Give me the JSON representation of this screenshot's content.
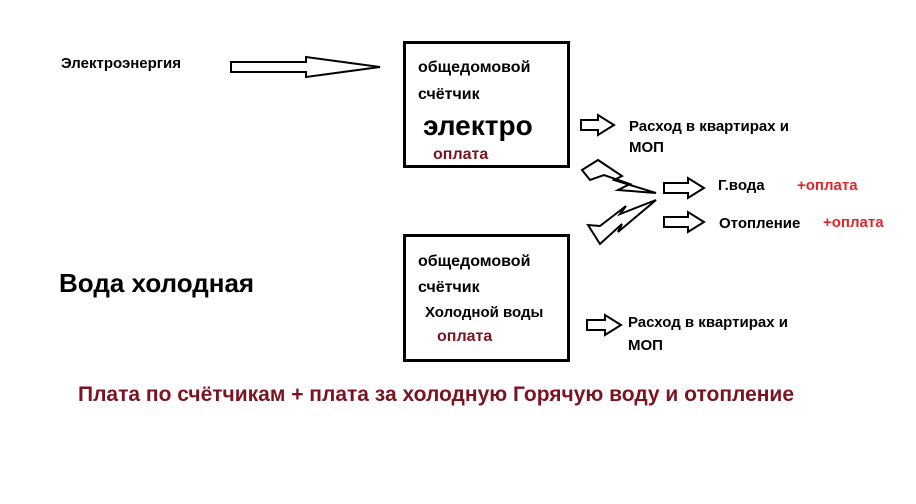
{
  "diagram": {
    "source_label": "Электроэнергия",
    "electric_meter": {
      "line1": "общедомовой",
      "line2": "счётчик",
      "kind": "электро",
      "payment": "оплата"
    },
    "consumption_top": {
      "line1": "Расход в квартирах и",
      "line2": "МОП"
    },
    "hot_water": {
      "label": "Г.вода",
      "payment": "+оплата"
    },
    "heating": {
      "label": "Отопление",
      "payment": "+оплата"
    },
    "cold_water_title": "Вода холодная",
    "water_meter": {
      "line1": "общедомовой",
      "line2": "счётчик",
      "kind": "Холодной воды",
      "payment": "оплата"
    },
    "consumption_bottom": {
      "line1": "Расход в квартирах и",
      "line2": "МОП"
    },
    "footer": "Плата по счётчикам + плата за холодную Горячую воду и отопление"
  },
  "colors": {
    "payment_dark": "#7a1421",
    "payment_bright": "#e0262a",
    "ink": "#000000"
  }
}
